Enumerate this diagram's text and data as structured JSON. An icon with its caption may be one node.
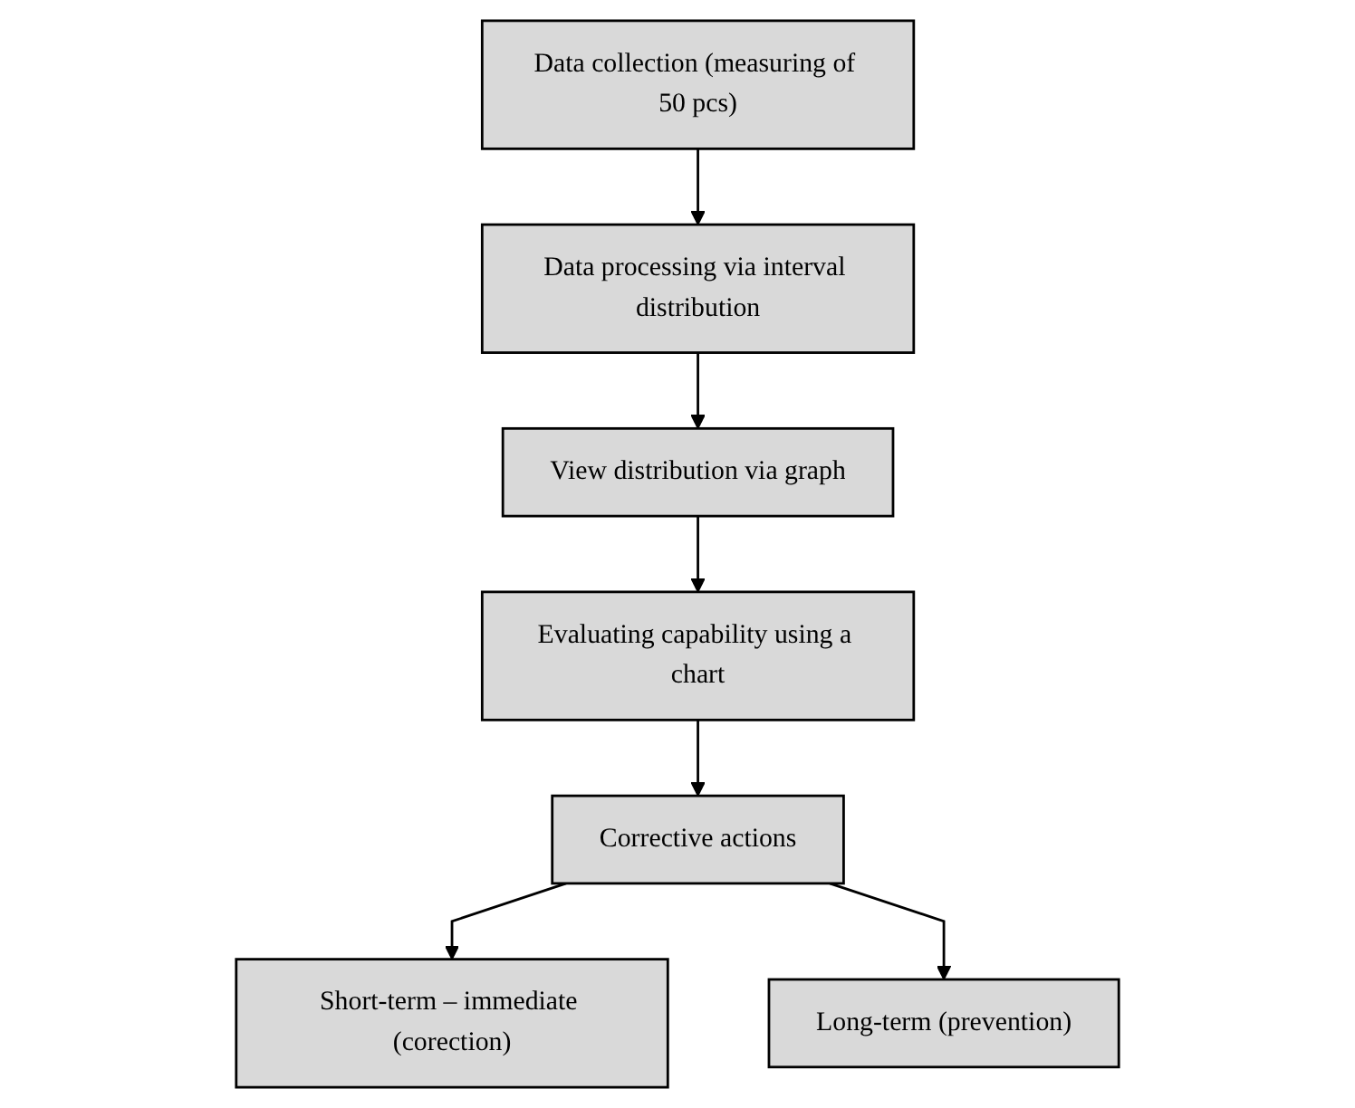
{
  "diagram": {
    "nodes": [
      {
        "text": [
          "Data collection (measuring of 50 pcs)"
        ]
      },
      {
        "text": [
          "Data processing via interval distribution"
        ]
      },
      {
        "text": [
          "View distribution via graph"
        ]
      },
      {
        "text": [
          "Evaluating capability using a chart"
        ]
      },
      {
        "text": [
          "Corrective actions"
        ]
      },
      {
        "text": [
          "Short-term – immediate (corection)"
        ]
      },
      {
        "text": [
          "Long-term (prevention)"
        ]
      }
    ],
    "edges": [
      {
        "from": 0,
        "to": 1,
        "arrow": "to"
      },
      {
        "from": 1,
        "to": 2,
        "arrow": "to"
      },
      {
        "from": 2,
        "to": 3,
        "arrow": "to"
      },
      {
        "from": 3,
        "to": 4,
        "arrow": "to"
      },
      {
        "from": 4,
        "to": 5,
        "arrow": "to"
      },
      {
        "from": 4,
        "to": 6,
        "arrow": "to"
      }
    ]
  }
}
